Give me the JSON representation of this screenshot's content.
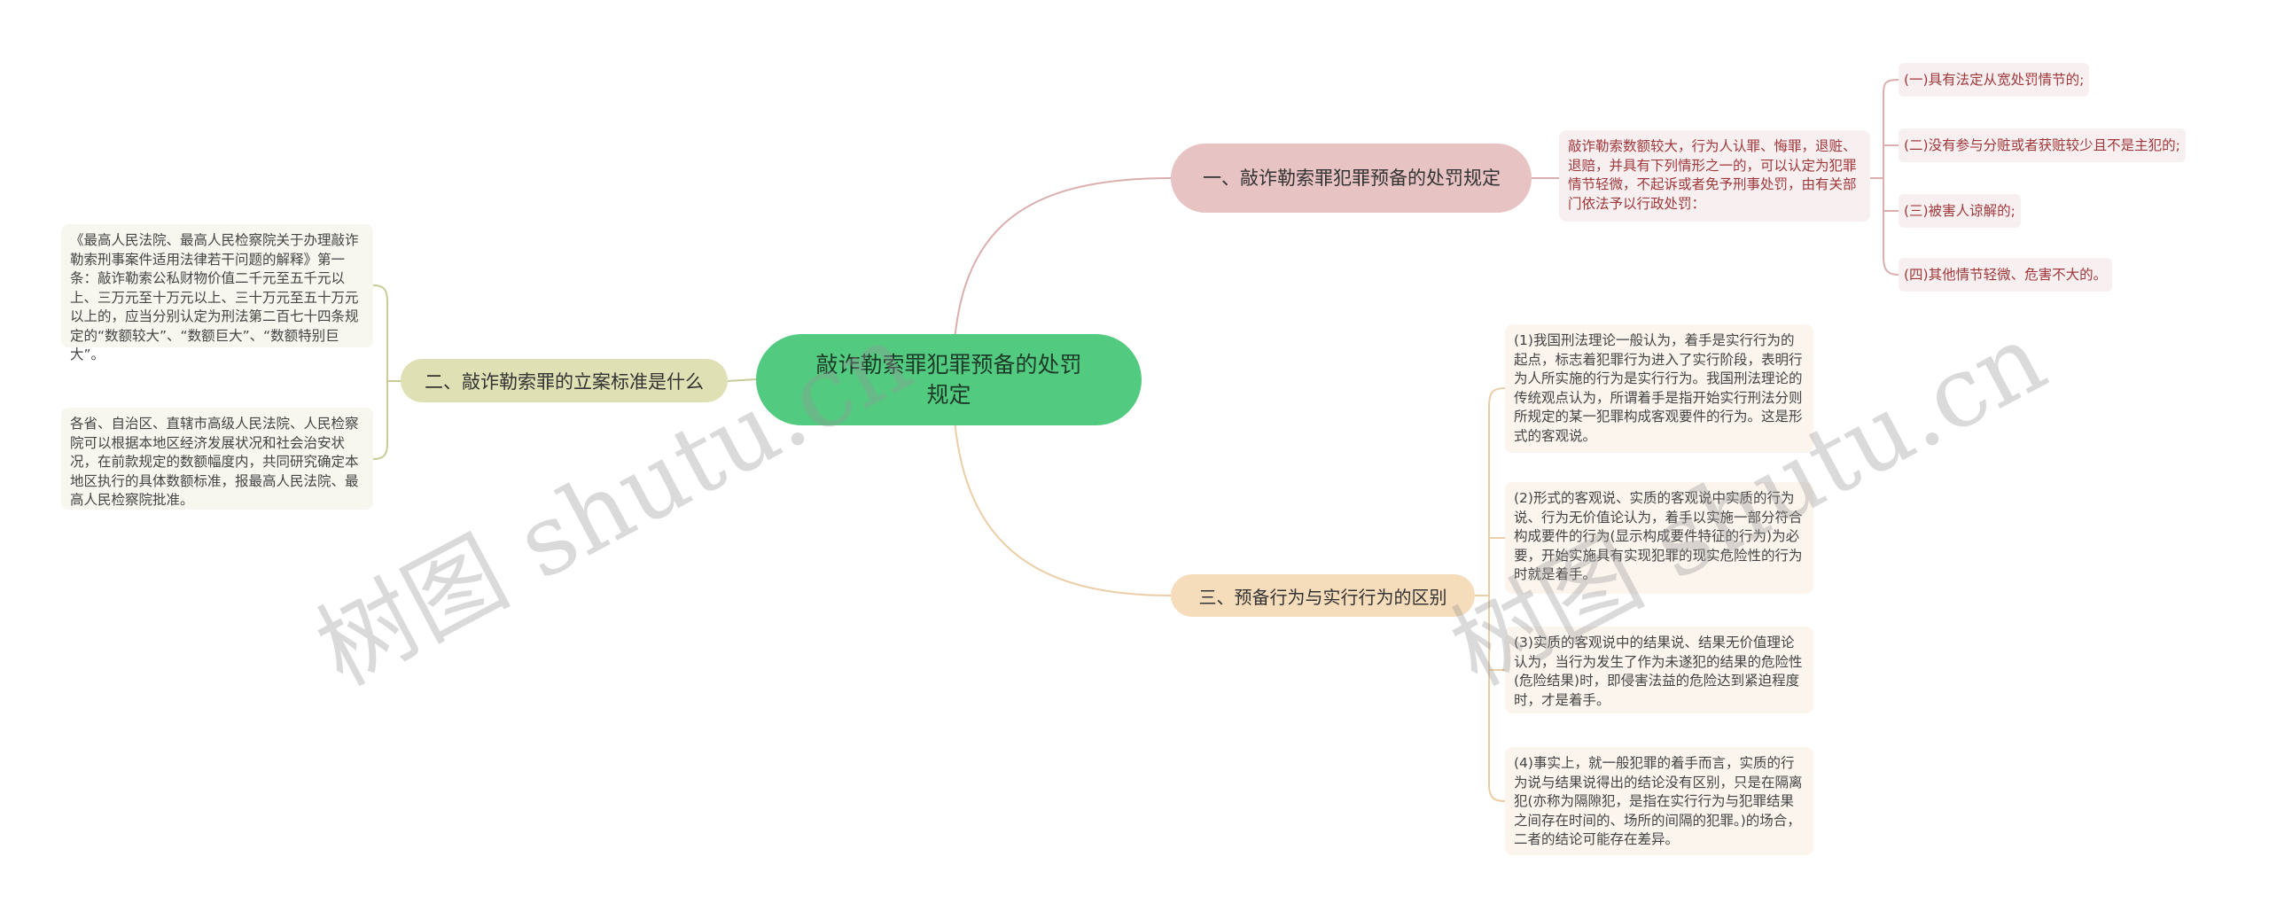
{
  "watermark": "树图 shutu.cn",
  "center": {
    "label": "敲诈勒索罪犯罪预备的处罚规定"
  },
  "branch1": {
    "label": "一、敲诈勒索罪犯罪预备的处罚规定",
    "description": "敲诈勒索数额较大，行为人认罪、悔罪，退赃、退赔，并具有下列情形之一的，可以认定为犯罪情节轻微，不起诉或者免予刑事处罚，由有关部门依法予以行政处罚：",
    "items": [
      "(一)具有法定从宽处罚情节的;",
      "(二)没有参与分赃或者获赃较少且不是主犯的;",
      "(三)被害人谅解的;",
      "(四)其他情节轻微、危害不大的。"
    ]
  },
  "branch2": {
    "label": "二、敲诈勒索罪的立案标准是什么",
    "items": [
      "《最高人民法院、最高人民检察院关于办理敲诈勒索刑事案件适用法律若干问题的解释》第一条：敲诈勒索公私财物价值二千元至五千元以上、三万元至十万元以上、三十万元至五十万元以上的，应当分别认定为刑法第二百七十四条规定的“数额较大”、“数额巨大”、“数额特别巨大”。",
      "各省、自治区、直辖市高级人民法院、人民检察院可以根据本地区经济发展状况和社会治安状况，在前款规定的数额幅度内，共同研究确定本地区执行的具体数额标准，报最高人民法院、最高人民检察院批准。"
    ]
  },
  "branch3": {
    "label": "三、预备行为与实行行为的区别",
    "items": [
      "(1)我国刑法理论一般认为，着手是实行行为的起点，标志着犯罪行为进入了实行阶段，表明行为人所实施的行为是实行行为。我国刑法理论的传统观点认为，所谓着手是指开始实行刑法分则所规定的某一犯罪构成客观要件的行为。这是形式的客观说。",
      "(2)形式的客观说、实质的客观说中实质的行为说、行为无价值论认为，着手以实施一部分符合构成要件的行为(显示构成要件特征的行为)为必要，开始实施具有实现犯罪的现实危险性的行为时就是着手。",
      "(3)实质的客观说中的结果说、结果无价值理论认为，当行为发生了作为未遂犯的结果的危险性(危险结果)时，即侵害法益的危险达到紧迫程度时，才是着手。",
      "(4)事实上，就一般犯罪的着手而言，实质的行为说与结果说得出的结论没有区别，只是在隔离犯(亦称为隔隙犯，是指在实行行为与犯罪结果之间存在时间的、场所的间隔的犯罪。)的场合，二者的结论可能存在差异。"
    ]
  },
  "colors": {
    "center": "#52cb80",
    "branch1": "#e8c3c3",
    "branch2": "#dfe0b4",
    "branch3": "#f5dcbb"
  }
}
